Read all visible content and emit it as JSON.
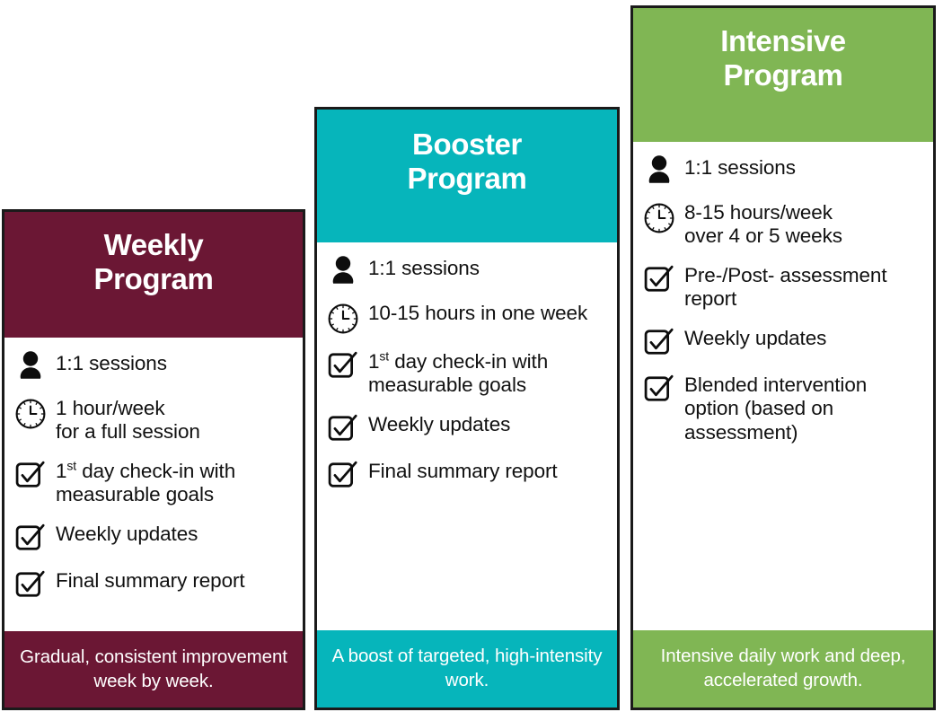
{
  "page": {
    "title": "Program Comparison Tiers",
    "background": "#ffffff",
    "border_color": "#1a1a1a"
  },
  "icons": {
    "person": "person-icon",
    "clock": "clock-icon",
    "check": "checkbox-checked-icon"
  },
  "columns": [
    {
      "id": "weekly",
      "title_line1": "Weekly",
      "title_line2": "Program",
      "accent": "#6B1734",
      "features": [
        {
          "icon": "person",
          "text": "1:1 sessions",
          "sup": null
        },
        {
          "icon": "clock",
          "text": "1 hour/week\nfor a full session",
          "sup": null
        },
        {
          "icon": "check",
          "text": " day check-in with measurable goals",
          "sup": "1st"
        },
        {
          "icon": "check",
          "text": "Weekly updates",
          "sup": null
        },
        {
          "icon": "check",
          "text": "Final summary report",
          "sup": null
        }
      ],
      "footer": "Gradual, consistent improvement week by week."
    },
    {
      "id": "booster",
      "title_line1": "Booster",
      "title_line2": "Program",
      "accent": "#06B5BB",
      "features": [
        {
          "icon": "person",
          "text": "1:1 sessions",
          "sup": null
        },
        {
          "icon": "clock",
          "text": "10-15 hours in one week",
          "sup": null
        },
        {
          "icon": "check",
          "text": " day check-in with measurable goals",
          "sup": "1st"
        },
        {
          "icon": "check",
          "text": "Weekly updates",
          "sup": null
        },
        {
          "icon": "check",
          "text": "Final summary report",
          "sup": null
        }
      ],
      "footer": "A boost of targeted, high-intensity work."
    },
    {
      "id": "intensive",
      "title_line1": "Intensive",
      "title_line2": "Program",
      "accent": "#80B654",
      "features": [
        {
          "icon": "person",
          "text": "1:1 sessions",
          "sup": null
        },
        {
          "icon": "clock",
          "text": "8-15 hours/week\nover 4 or 5 weeks",
          "sup": null
        },
        {
          "icon": "check",
          "text": "Pre-/Post- assessment report",
          "sup": null
        },
        {
          "icon": "check",
          "text": "Weekly updates",
          "sup": null
        },
        {
          "icon": "check",
          "text": "Blended intervention option (based on assessment)",
          "sup": null
        }
      ],
      "footer": "Intensive daily work and deep, accelerated growth."
    }
  ]
}
